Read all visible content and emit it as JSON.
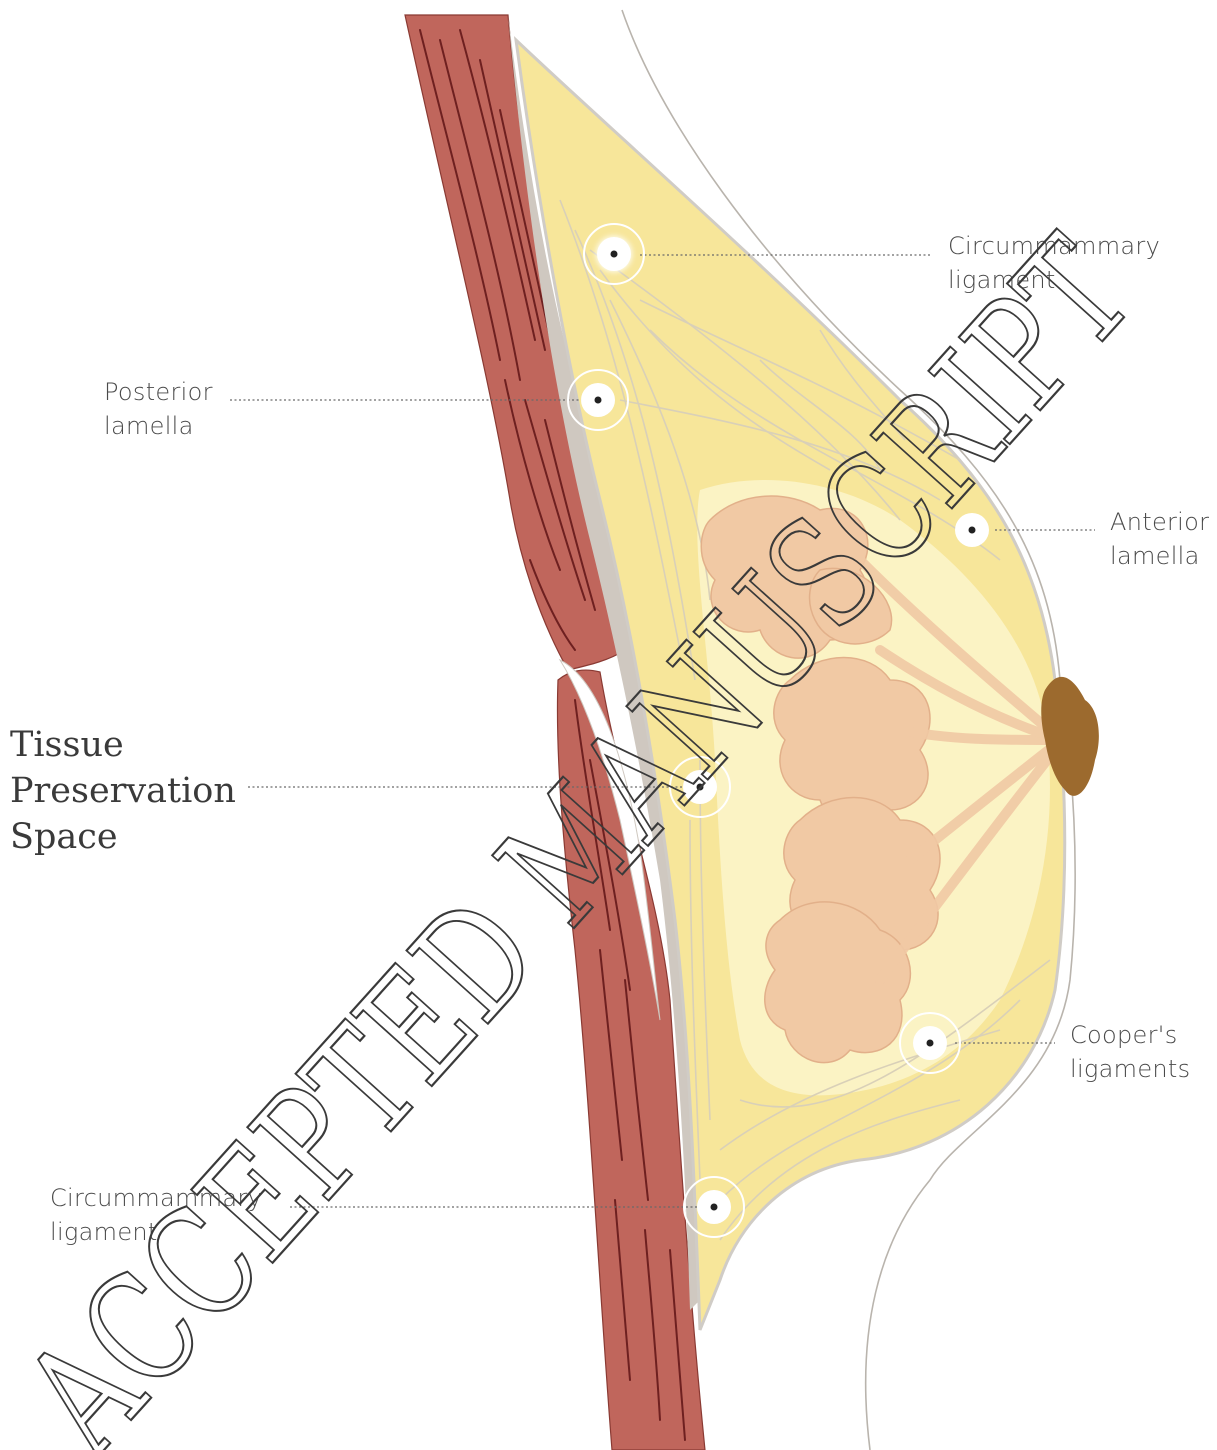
{
  "labels": {
    "circummammary_top_line1": "Circummammary",
    "circummammary_top_line2": "ligament",
    "posterior_line1": "Posterior",
    "posterior_line2": "lamella",
    "anterior_line1": "Anterior",
    "anterior_line2": "lamella",
    "tissue_line1": "Tissue",
    "tissue_line2": "Preservation",
    "tissue_line3": "Space",
    "coopers_line1": "Cooper's",
    "coopers_line2": "ligaments",
    "circummammary_bottom_line1": "Circummammary",
    "circummammary_bottom_line2": "ligament"
  },
  "watermark": "ACCEPTED MANUSCRIPT",
  "colors": {
    "muscle": "#c0665c",
    "muscle_fiber": "#6e2020",
    "fascia": "#cfc8c0",
    "fat": "#f7e69a",
    "fat_light": "#fbf3c4",
    "gland": "#f1c9a4",
    "nipple": "#9c6a2e",
    "outline": "#d0ccc6"
  }
}
